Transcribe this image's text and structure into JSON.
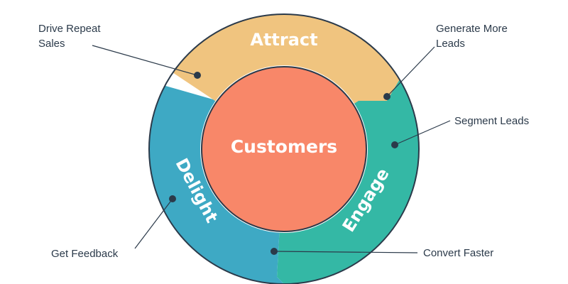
{
  "center": {
    "label": "Customers"
  },
  "stages": {
    "attract": {
      "label": "Attract",
      "color": "#f0c47f"
    },
    "engage": {
      "label": "Engage",
      "color": "#34b8a5"
    },
    "delight": {
      "label": "Delight",
      "color": "#3ea9c4"
    }
  },
  "center_color": "#f88769",
  "callouts": {
    "drive_repeat_sales": {
      "line1": "Drive Repeat",
      "line2": "Sales"
    },
    "generate_more_leads": {
      "line1": "Generate More",
      "line2": "Leads"
    },
    "segment_leads": {
      "line1": "Segment Leads"
    },
    "convert_faster": {
      "line1": "Convert Faster"
    },
    "get_feedback": {
      "line1": "Get Feedback"
    }
  }
}
